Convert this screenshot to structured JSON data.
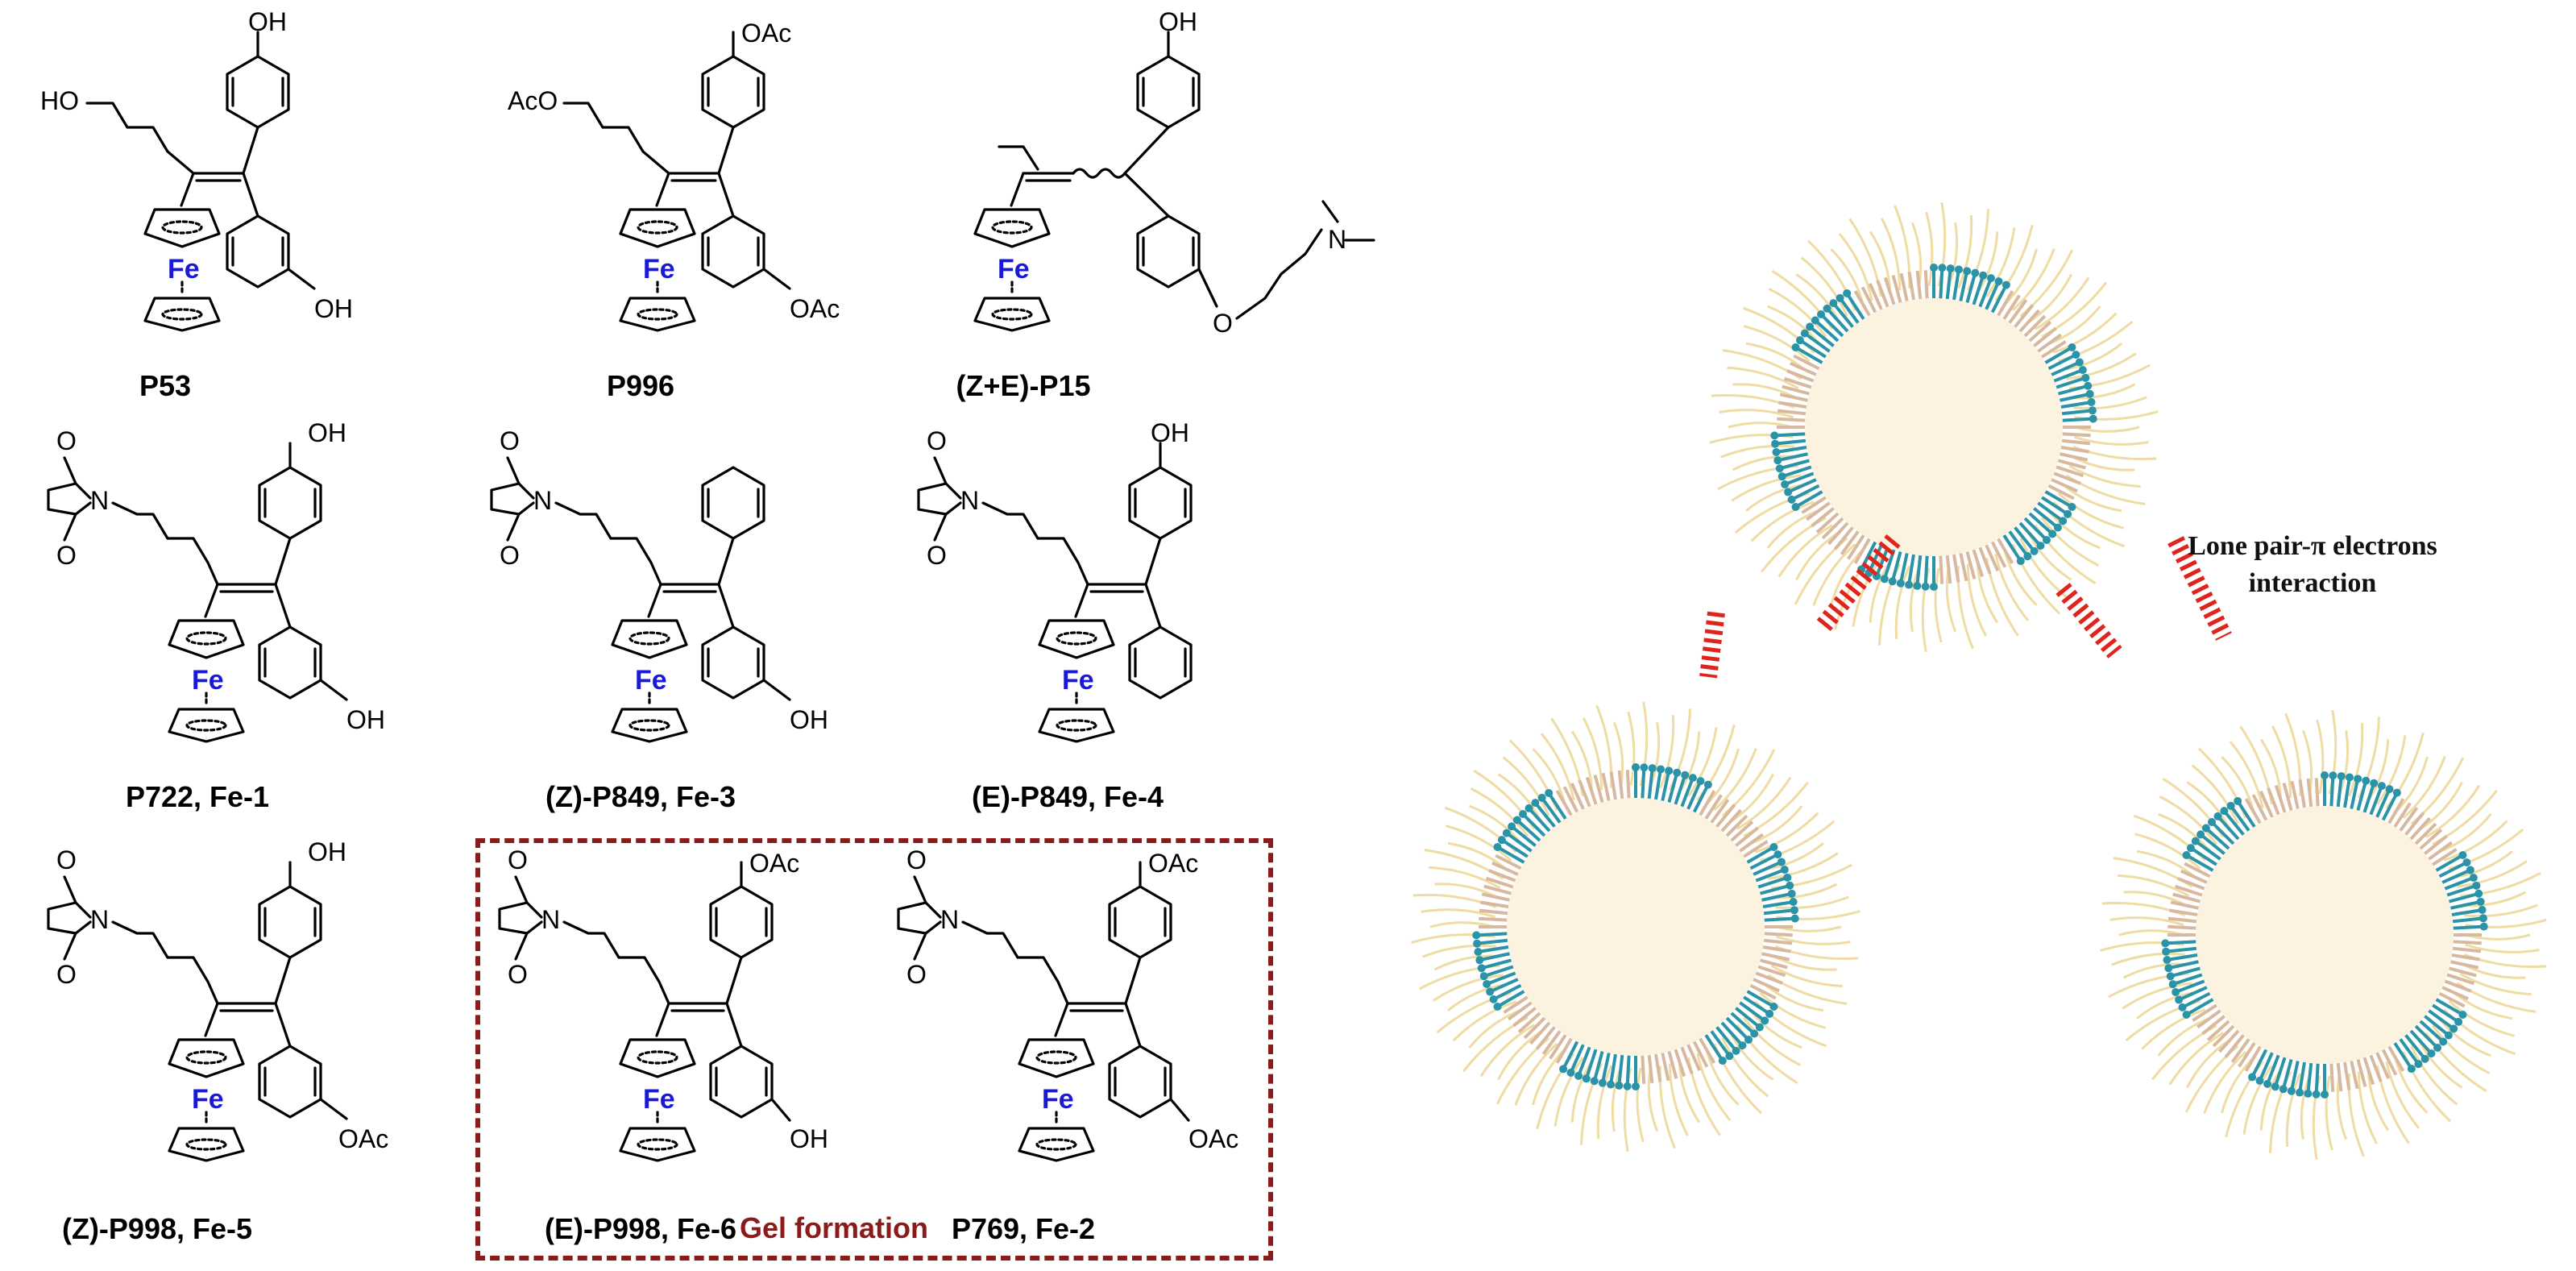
{
  "colors": {
    "bond": "#000000",
    "iron": "#1a1ad6",
    "gel_frame": "#8b1a1a",
    "interaction": "#e0241c",
    "micelle_head": "#2a93a8",
    "micelle_core": "#fbf3e0",
    "tail": "#efdca3"
  },
  "compounds": [
    {
      "id": "p53",
      "caption": "P53",
      "chain": "HO",
      "right_top": "OH",
      "right_bottom": "OH",
      "imide": false,
      "iron": "Fe"
    },
    {
      "id": "p996",
      "caption": "P996",
      "chain": "AcO",
      "right_top": "OAc",
      "right_bottom": "OAc",
      "imide": false,
      "iron": "Fe"
    },
    {
      "id": "p15",
      "caption": "(Z+E)-P15",
      "chain": "",
      "right_top": "OH",
      "right_bottom": "O",
      "amine": "N",
      "imide": false,
      "iron": "Fe"
    },
    {
      "id": "p722",
      "caption": "P722, Fe-1",
      "right_top": "OH",
      "right_bottom": "OH",
      "imide": true,
      "imide_o_top": "O",
      "imide_o_bottom": "O",
      "imide_n": "N",
      "iron": "Fe"
    },
    {
      "id": "zp849",
      "caption": "(Z)-P849, Fe-3",
      "right_top": "",
      "right_bottom": "OH",
      "imide": true,
      "imide_o_top": "O",
      "imide_o_bottom": "O",
      "imide_n": "N",
      "iron": "Fe"
    },
    {
      "id": "ep849",
      "caption": "(E)-P849, Fe-4",
      "right_top": "OH",
      "right_bottom": "",
      "imide": true,
      "imide_o_top": "O",
      "imide_o_bottom": "O",
      "imide_n": "N",
      "iron": "Fe"
    },
    {
      "id": "zp998",
      "caption": "(Z)-P998, Fe-5",
      "right_top": "OH",
      "right_bottom": "OAc",
      "imide": true,
      "imide_o_top": "O",
      "imide_o_bottom": "O",
      "imide_n": "N",
      "iron": "Fe"
    },
    {
      "id": "ep998",
      "caption": "(E)-P998, Fe-6",
      "right_top": "OAc",
      "right_bottom": "OH",
      "imide": true,
      "imide_o_top": "O",
      "imide_o_bottom": "O",
      "imide_n": "N",
      "iron": "Fe"
    },
    {
      "id": "p769",
      "caption": "P769, Fe-2",
      "right_top": "OAc",
      "right_bottom": "OAc",
      "imide": true,
      "imide_o_top": "O",
      "imide_o_bottom": "O",
      "imide_n": "N",
      "iron": "Fe"
    }
  ],
  "gel_label": "Gel formation",
  "interaction_label": {
    "line1": "Lone pair-π electrons",
    "line2": "interaction"
  }
}
